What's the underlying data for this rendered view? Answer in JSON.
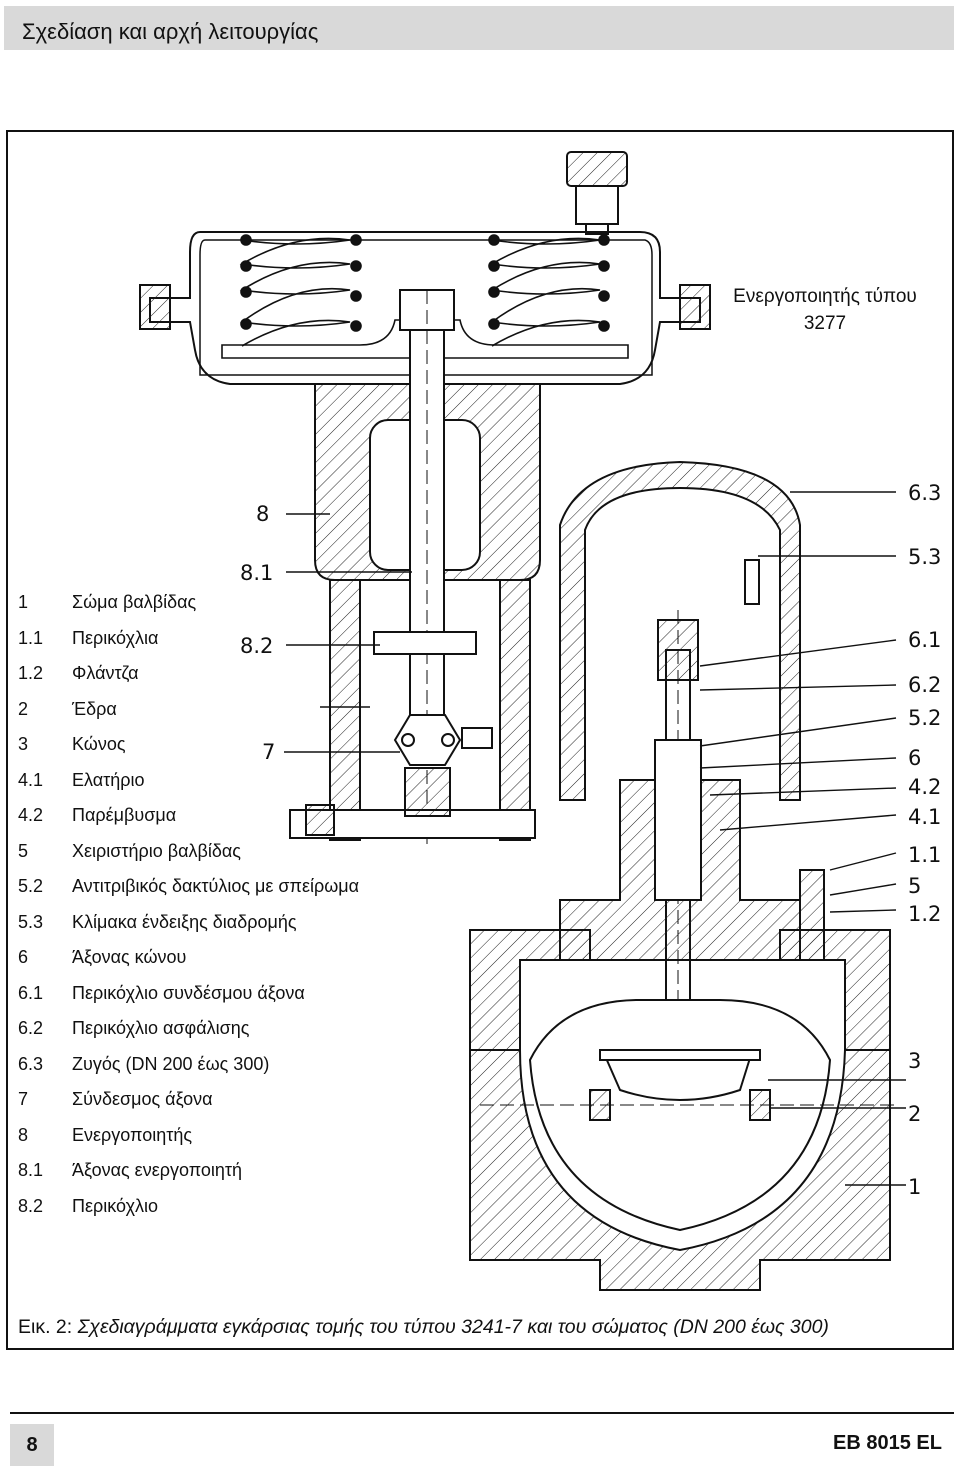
{
  "header": {
    "title": "Σχεδίαση και αρχή λειτουργίας"
  },
  "actuator_label": {
    "line1": "Ενεργοποιητής τύπου",
    "line2": "3277"
  },
  "legend": [
    {
      "num": "1",
      "text": "Σώμα βαλβίδας"
    },
    {
      "num": "1.1",
      "text": "Περικόχλια"
    },
    {
      "num": "1.2",
      "text": "Φλάντζα"
    },
    {
      "num": "2",
      "text": "Έδρα"
    },
    {
      "num": "3",
      "text": "Κώνος"
    },
    {
      "num": "4.1",
      "text": "Ελατήριο"
    },
    {
      "num": "4.2",
      "text": "Παρέμβυσμα"
    },
    {
      "num": "5",
      "text": "Χειριστήριο βαλβίδας"
    },
    {
      "num": "5.2",
      "text": "Αντιτριβικός δακτύλιος με σπείρωμα"
    },
    {
      "num": "5.3",
      "text": "Κλίμακα ένδειξης διαδρομής"
    },
    {
      "num": "6",
      "text": "Άξονας κώνου"
    },
    {
      "num": "6.1",
      "text": "Περικόχλιο συνδέσμου άξονα"
    },
    {
      "num": "6.2",
      "text": "Περικόχλιο ασφάλισης"
    },
    {
      "num": "6.3",
      "text": "Ζυγός (DN 200 έως 300)"
    },
    {
      "num": "7",
      "text": "Σύνδεσμος άξονα"
    },
    {
      "num": "8",
      "text": "Ενεργοποιητής"
    },
    {
      "num": "8.1",
      "text": "Άξονας ενεργοποιητή"
    },
    {
      "num": "8.2",
      "text": "Περικόχλιο"
    }
  ],
  "callouts_left": [
    "8",
    "8.1",
    "8.2",
    "7"
  ],
  "callouts_right": [
    "6.3",
    "5.3",
    "6.1",
    "6.2",
    "5.2",
    "6",
    "4.2",
    "4.1",
    "1.1",
    "5",
    "1.2",
    "3",
    "2",
    "1"
  ],
  "caption": {
    "fig": "Εικ. 2:",
    "text": "Σχεδιαγράμματα εγκάρσιας τομής του τύπου 3241-7 και του σώματος (DN 200 έως 300)"
  },
  "footer": {
    "page": "8",
    "doc_id": "EB 8015 EL"
  }
}
